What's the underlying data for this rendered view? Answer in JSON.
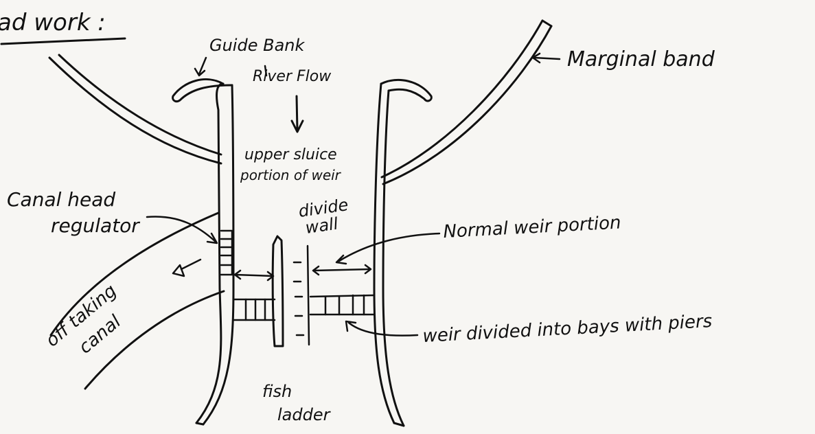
{
  "title": "ad work :",
  "labels": {
    "guide_bank": "Guide Bank",
    "river_flow": "River Flow",
    "marginal_band": "Marginal band",
    "upper_sluice_1": "upper sluice",
    "upper_sluice_2": "portion of weir",
    "canal_head_1": "Canal head",
    "canal_head_2": "regulator",
    "divide_wall_1": "divide",
    "divide_wall_2": "wall",
    "normal_weir": "Normal weir portion",
    "off_taking_1": "off taking",
    "off_taking_2": "canal",
    "weir_bays": "weir divided into bays with piers",
    "fish_1": "fish",
    "fish_2": "ladder"
  },
  "colors": {
    "ink": "#111111",
    "paper": "#f7f6f3"
  }
}
